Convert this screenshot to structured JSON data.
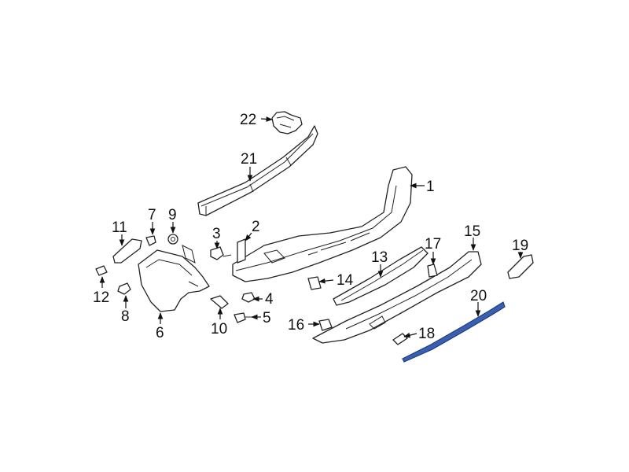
{
  "diagram": {
    "highlight_color": "#3a5fb0",
    "highlighted_part": "20",
    "callouts": [
      "1",
      "2",
      "3",
      "4",
      "5",
      "6",
      "7",
      "8",
      "9",
      "10",
      "11",
      "12",
      "13",
      "14",
      "15",
      "16",
      "17",
      "18",
      "19",
      "20",
      "21",
      "22"
    ]
  }
}
